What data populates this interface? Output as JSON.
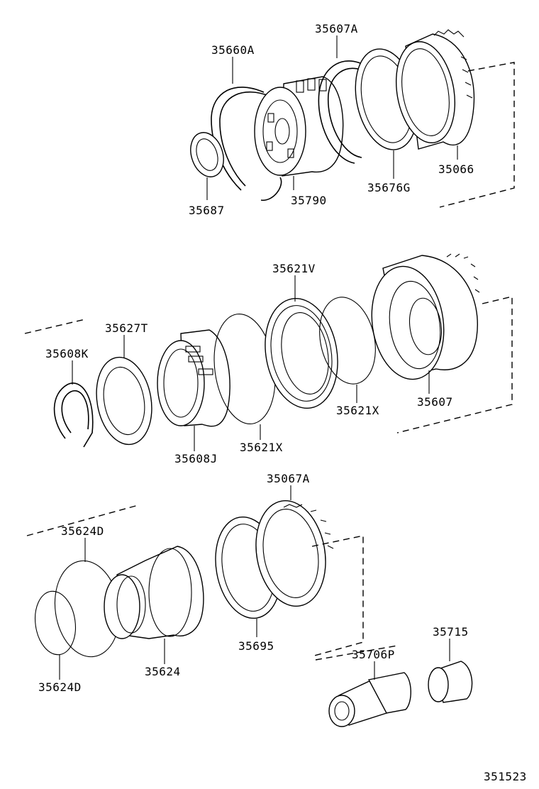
{
  "diagram_number": "351523",
  "part_labels": {
    "p35660A": "35660A",
    "p35607A": "35607A",
    "p35687": "35687",
    "p35790": "35790",
    "p35676G": "35676G",
    "p35066": "35066",
    "p35621V": "35621V",
    "p35627T": "35627T",
    "p35608K": "35608K",
    "p35608J": "35608J",
    "p35621X_a": "35621X",
    "p35621X_b": "35621X",
    "p35607": "35607",
    "p35067A": "35067A",
    "p35624D_a": "35624D",
    "p35624D_b": "35624D",
    "p35624": "35624",
    "p35695": "35695",
    "p35715": "35715",
    "p35706P": "35706P"
  }
}
